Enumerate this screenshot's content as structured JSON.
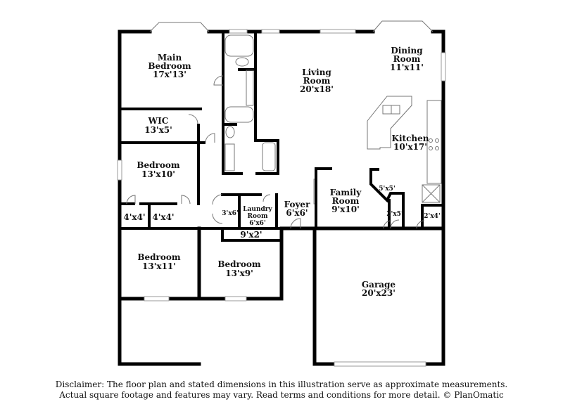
{
  "rooms": {
    "main_bedroom": {
      "name_1": "Main",
      "name_2": "Bedroom",
      "size": "17x'13'"
    },
    "wic": {
      "name": "WIC",
      "size": "13'x5'"
    },
    "bedroom_2": {
      "name": "Bedroom",
      "size": "13'x10'"
    },
    "closet_a": {
      "size": "4'x4'"
    },
    "closet_b": {
      "size": "4'x4'"
    },
    "bedroom_3": {
      "name": "Bedroom",
      "size": "13'x11'"
    },
    "bedroom_4": {
      "name": "Bedroom",
      "size": "13'x9'"
    },
    "closet_c": {
      "size": "3'x6'"
    },
    "laundry": {
      "name_1": "Laundry",
      "name_2": "Room",
      "size": "6'x6'"
    },
    "closet_d": {
      "size": "9'x2'"
    },
    "foyer": {
      "name": "Foyer",
      "size": "6'x6'"
    },
    "living": {
      "name_1": "Living",
      "name_2": "Room",
      "size": "20'x18'"
    },
    "dining": {
      "name_1": "Dining",
      "name_2": "Room",
      "size": "11'x11'"
    },
    "kitchen": {
      "name": "Kitchen",
      "size": "10'x17'"
    },
    "family": {
      "name_1": "Family",
      "name_2": "Room",
      "size": "9'x10'"
    },
    "pantry": {
      "size": "5'x5'"
    },
    "closet_e": {
      "size": "2'x5'"
    },
    "closet_f": {
      "size": "2'x4'"
    },
    "garage": {
      "name": "Garage",
      "size": "20'x23'"
    }
  },
  "disclaimer": {
    "line_1": "Disclaimer: The floor plan and stated dimensions in this illustration serve as approximate measurements.",
    "line_2": "Actual square footage and features may vary. Read terms and conditions for more detail. © PlanOmatic"
  }
}
